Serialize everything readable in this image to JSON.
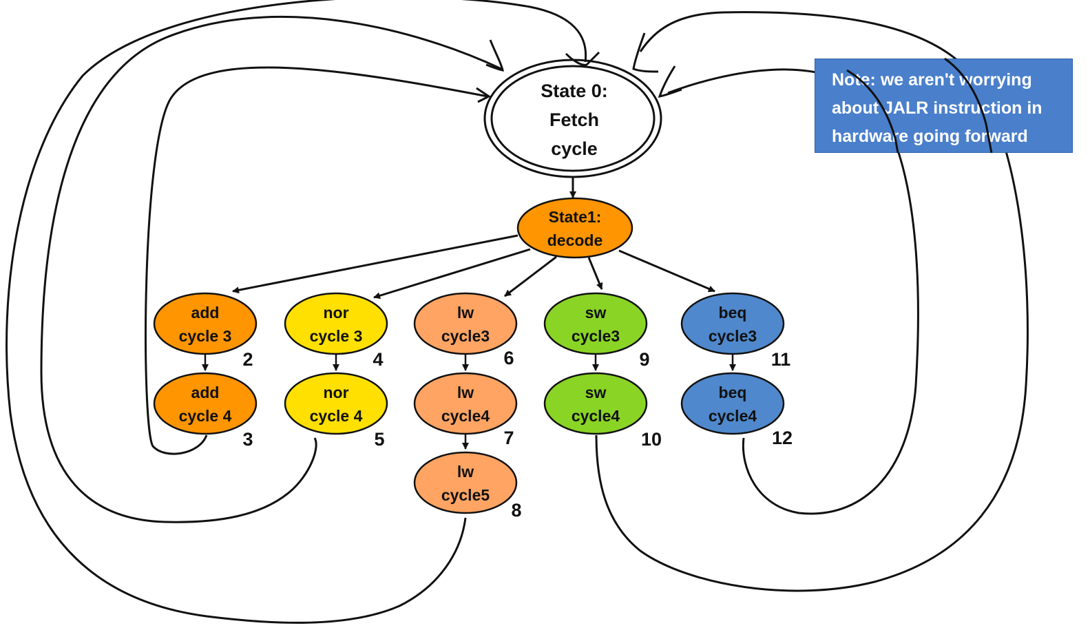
{
  "start_state": {
    "lines": [
      "State 0:",
      "Fetch",
      "cycle"
    ]
  },
  "decode_state": {
    "lines": [
      "State1:",
      "decode"
    ]
  },
  "states": [
    {
      "id": "add3",
      "lines": [
        "add",
        "cycle 3"
      ],
      "number": "2",
      "fill": "#ff9500"
    },
    {
      "id": "add4",
      "lines": [
        "add",
        "cycle 4"
      ],
      "number": "3",
      "fill": "#ff9500"
    },
    {
      "id": "nor3",
      "lines": [
        "nor",
        "cycle 3"
      ],
      "number": "4",
      "fill": "#ffe000"
    },
    {
      "id": "nor4",
      "lines": [
        "nor",
        "cycle 4"
      ],
      "number": "5",
      "fill": "#ffe000"
    },
    {
      "id": "lw3",
      "lines": [
        "lw",
        "cycle3"
      ],
      "number": "6",
      "fill": "#ffa463"
    },
    {
      "id": "lw4",
      "lines": [
        "lw",
        "cycle4"
      ],
      "number": "7",
      "fill": "#ffa463"
    },
    {
      "id": "lw5",
      "lines": [
        "lw",
        "cycle5"
      ],
      "number": "8",
      "fill": "#ffa463"
    },
    {
      "id": "sw3",
      "lines": [
        "sw",
        "cycle3"
      ],
      "number": "9",
      "fill": "#8ad425"
    },
    {
      "id": "sw4",
      "lines": [
        "sw",
        "cycle4"
      ],
      "number": "10",
      "fill": "#8ad425"
    },
    {
      "id": "beq3",
      "lines": [
        "beq",
        "cycle3"
      ],
      "number": "11",
      "fill": "#4f88cc"
    },
    {
      "id": "beq4",
      "lines": [
        "beq",
        "cycle4"
      ],
      "number": "12",
      "fill": "#4f88cc"
    }
  ],
  "note": {
    "lines": [
      "Note: we aren't worrying",
      "about JALR instruction in",
      "hardware going forward"
    ],
    "fill": "#4a7fcb"
  },
  "colors": {
    "decode": "#ff9500",
    "stroke": "#111111"
  }
}
